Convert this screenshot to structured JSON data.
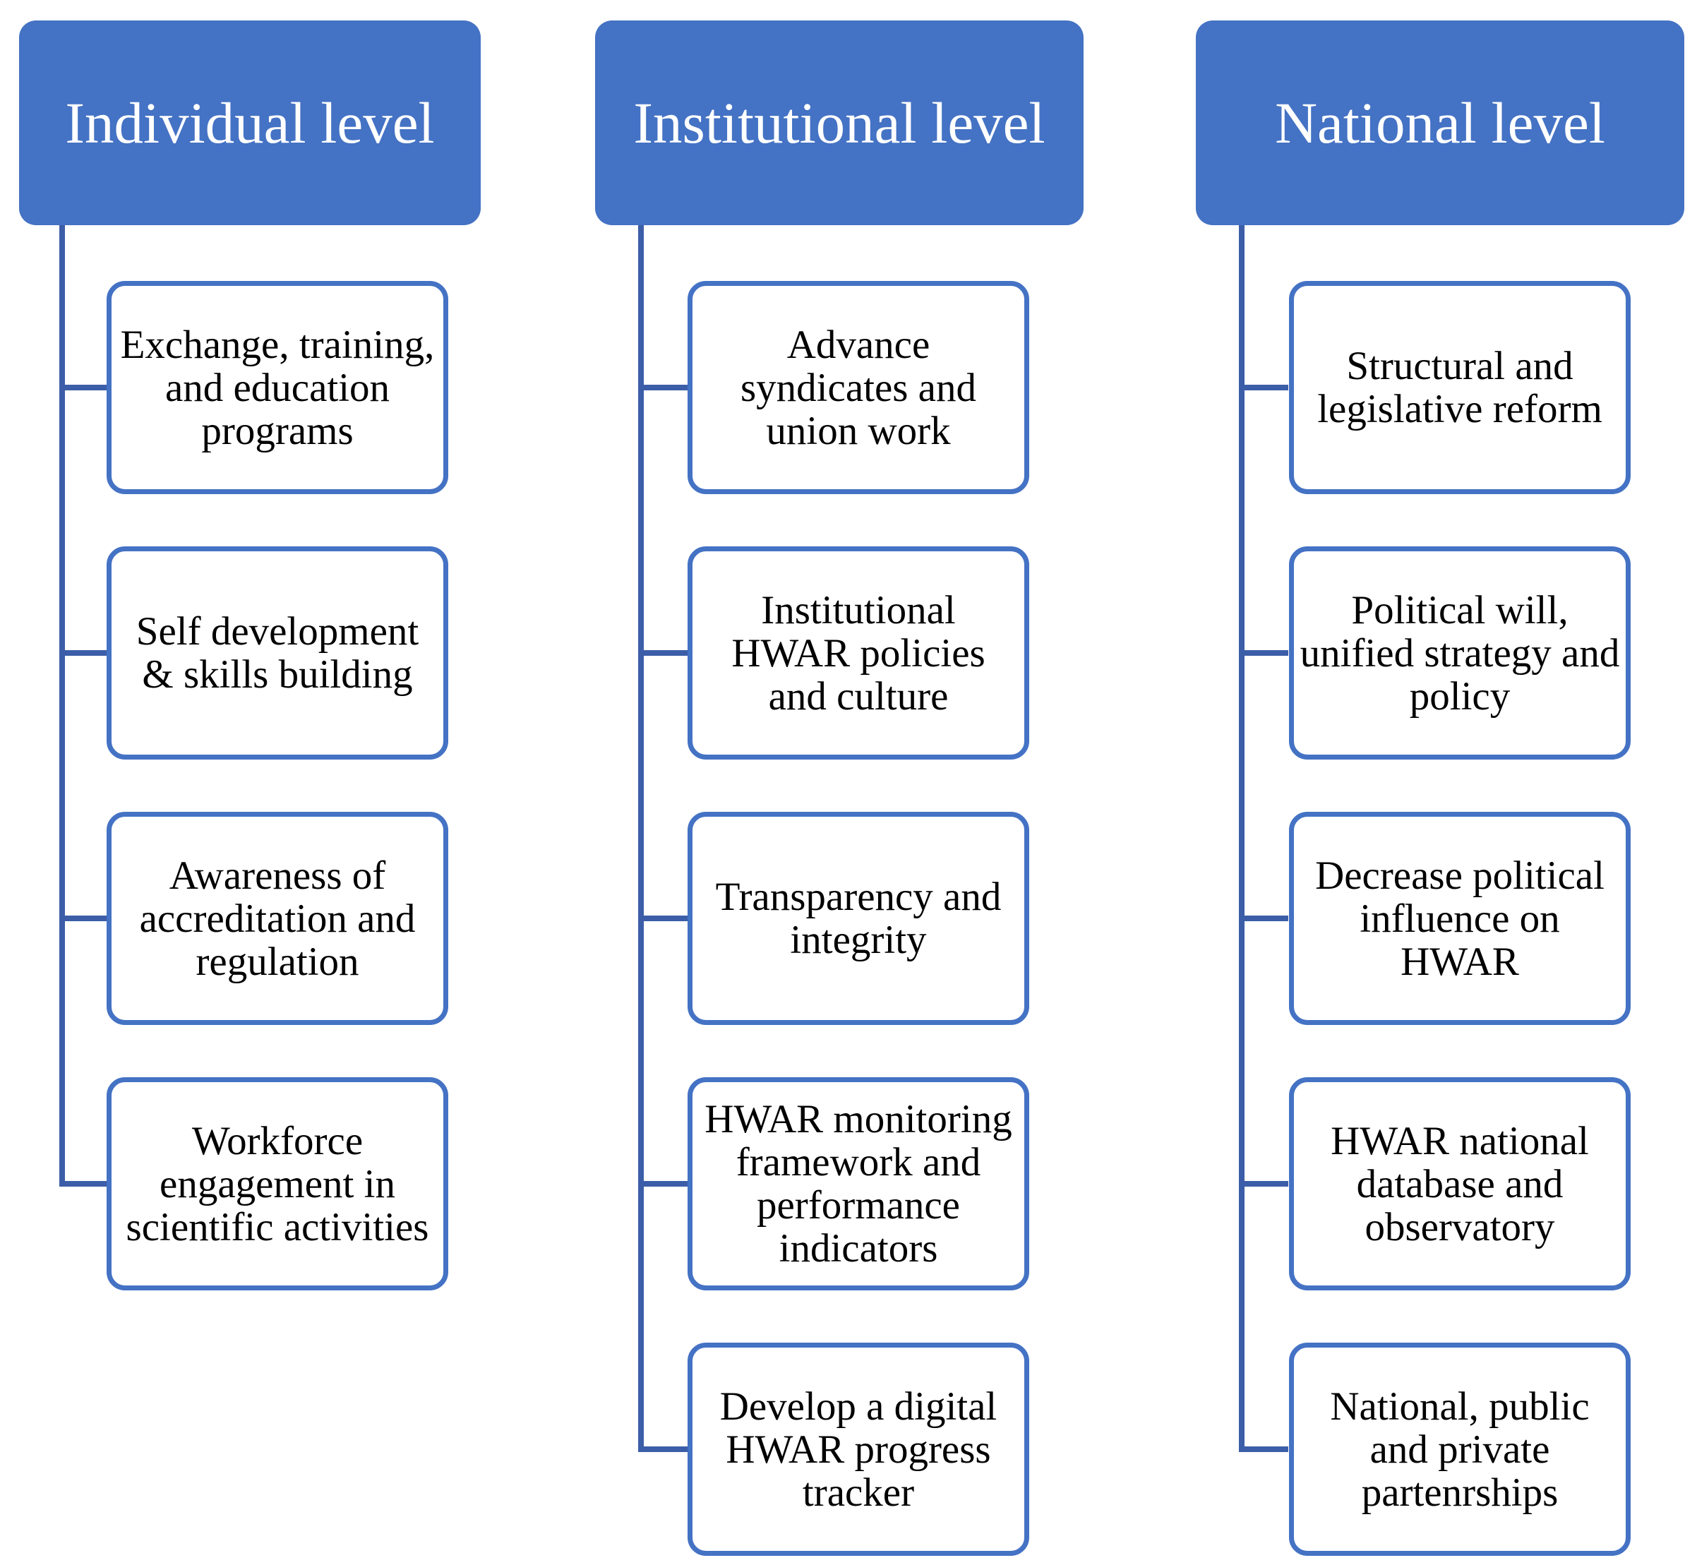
{
  "columns": [
    {
      "header": "Individual level",
      "items": [
        "Exchange, training, and education programs",
        "Self development & skills building",
        "Awareness of accreditation and regulation",
        "Workforce engagement in scientific activities"
      ]
    },
    {
      "header": "Institutional level",
      "items": [
        "Advance syndicates and union work",
        "Institutional HWAR policies and culture",
        "Transparency and integrity",
        "HWAR monitoring framework and performance indicators",
        "Develop a digital HWAR progress tracker"
      ]
    },
    {
      "header": "National level",
      "items": [
        "Structural and legislative reform",
        "Political will, unified strategy and policy",
        "Decrease political influence on HWAR",
        "HWAR national database and observatory",
        "National, public and private partenrships"
      ]
    }
  ],
  "colors": {
    "header_fill": "#4472c4",
    "card_border": "#4472c4",
    "connector": "#3c5ea8"
  }
}
